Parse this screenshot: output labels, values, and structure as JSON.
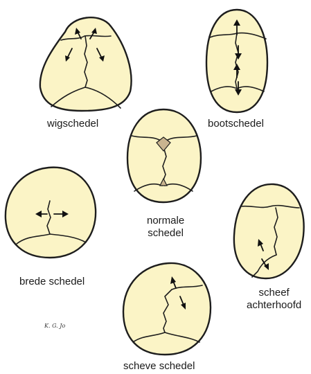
{
  "skulls": [
    {
      "id": "wigschedel",
      "label": "wigschedel"
    },
    {
      "id": "bootschedel",
      "label": "bootschedel"
    },
    {
      "id": "normale",
      "label_lines": [
        "normale",
        "schedel"
      ]
    },
    {
      "id": "brede",
      "label": "brede schedel"
    },
    {
      "id": "scheef",
      "label_lines": [
        "scheef",
        "achterhoofd"
      ]
    },
    {
      "id": "scheve",
      "label": "scheve schedel"
    }
  ],
  "signature": "K. G. Jo",
  "colors": {
    "skull_fill": "#fbf4c6",
    "outline": "#1d1d1d",
    "fontanel": "#c9b48f",
    "background": "#ffffff"
  }
}
